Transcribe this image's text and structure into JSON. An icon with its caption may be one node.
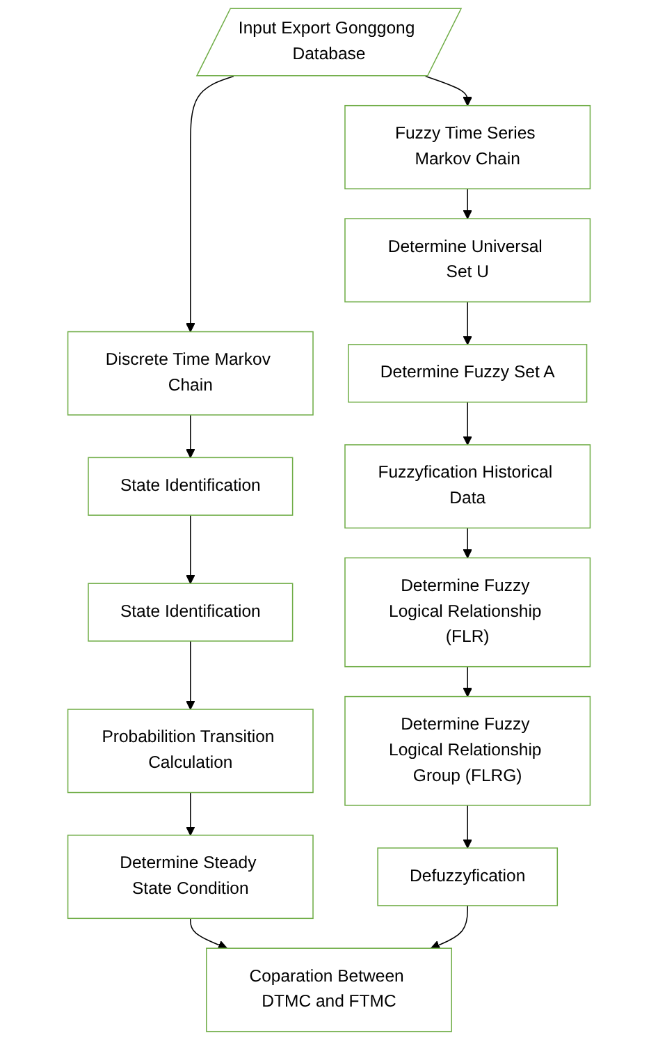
{
  "diagram": {
    "nodes": [
      {
        "text": [
          "Input Export Gonggong Database"
        ]
      },
      {
        "text": [
          "Discrete Time Markov Chain"
        ]
      },
      {
        "text": [
          "Fuzzy Time Series Markov Chain"
        ]
      },
      {
        "text": [
          "State Identification"
        ]
      },
      {
        "text": [
          "Determine Universal Set U"
        ]
      },
      {
        "text": [
          "State Identification"
        ]
      },
      {
        "text": [
          "Determine Fuzzy Set A"
        ]
      },
      {
        "text": [
          "Probabilition Transition Calculation"
        ]
      },
      {
        "text": [
          "Fuzzyfication Historical Data"
        ]
      },
      {
        "text": [
          "Determine Steady State Condition"
        ]
      },
      {
        "text": [
          "Determine Fuzzy Logical Relationship (FLR)"
        ]
      },
      {
        "text": [
          "Determine Fuzzy Logical Relationship Group (FLRG)"
        ]
      },
      {
        "text": [
          "Defuzzyfication"
        ]
      },
      {
        "text": [
          "Coparation Between DTMC and FTMC"
        ]
      }
    ],
    "edges": [
      {
        "from": 0,
        "to": 1,
        "arrow": "to"
      },
      {
        "from": 0,
        "to": 2,
        "arrow": "to"
      },
      {
        "from": 1,
        "to": 3,
        "arrow": "to"
      },
      {
        "from": 3,
        "to": 5,
        "arrow": "to"
      },
      {
        "from": 5,
        "to": 7,
        "arrow": "to"
      },
      {
        "from": 7,
        "to": 9,
        "arrow": "to"
      },
      {
        "from": 9,
        "to": 13,
        "arrow": "to"
      },
      {
        "from": 2,
        "to": 4,
        "arrow": "to"
      },
      {
        "from": 4,
        "to": 6,
        "arrow": "to"
      },
      {
        "from": 6,
        "to": 8,
        "arrow": "to"
      },
      {
        "from": 8,
        "to": 10,
        "arrow": "to"
      },
      {
        "from": 10,
        "to": 11,
        "arrow": "to"
      },
      {
        "from": 11,
        "to": 12,
        "arrow": "to"
      },
      {
        "from": 12,
        "to": 13,
        "arrow": "to"
      }
    ]
  }
}
